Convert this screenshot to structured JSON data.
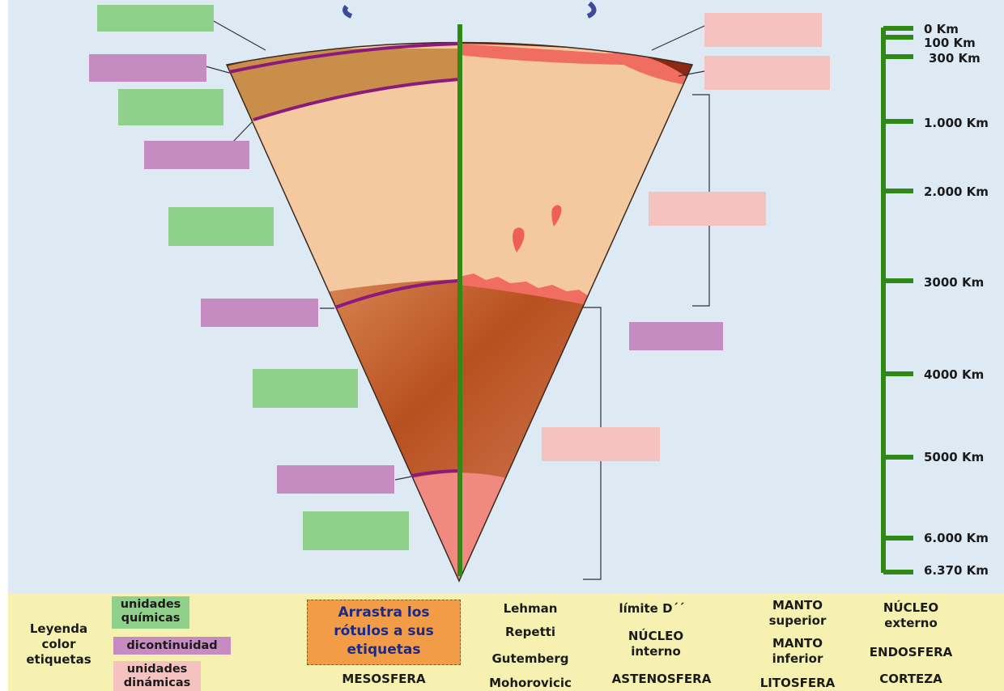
{
  "scale": {
    "ticks": [
      {
        "label": "0 Km"
      },
      {
        "label": "100 Km"
      },
      {
        "label": "300 Km"
      },
      {
        "label": "1.000 Km"
      },
      {
        "label": "2.000 Km"
      },
      {
        "label": "3000 Km"
      },
      {
        "label": "4000 Km"
      },
      {
        "label": "5000 Km"
      },
      {
        "label": "6.000 Km"
      },
      {
        "label": "6.370 Km"
      }
    ]
  },
  "legend": {
    "title_lines": [
      "Leyenda",
      "color",
      "etiquetas"
    ],
    "chemical_lines": [
      "unidades",
      "químicas"
    ],
    "discontinuity": "dicontinuidad",
    "dynamic_lines": [
      "unidades",
      "dinámicas"
    ]
  },
  "instructions": {
    "lines": [
      "Arrastra los",
      "rótulos a sus",
      "etiquetas"
    ]
  },
  "word_bank": {
    "mesosfera": "MESOSFERA",
    "lehman": "Lehman",
    "repetti": "Repetti",
    "gutemberg": "Gutemberg",
    "mohorovicic": "Mohorovicic",
    "limite_d": "límite D´´",
    "nucleo_interno_lines": [
      "NÚCLEO",
      "interno"
    ],
    "astenosfera": "ASTENOSFERA",
    "manto_superior_lines": [
      "MANTO",
      "superior"
    ],
    "manto_inferior_lines": [
      "MANTO",
      "inferior"
    ],
    "litosfera": "LITOSFERA",
    "nucleo_externo_lines": [
      "NÚCLEO",
      "externo"
    ],
    "endosfera": "ENDOSFERA",
    "corteza": "CORTEZA"
  },
  "colors": {
    "background": "#dde9f3",
    "crust": "#8b2a12",
    "upper_mantle": "#c98e4a",
    "lower_mantle": "#f5c9a0",
    "outer_core": "#c2592e",
    "inner_core": "#f08a80",
    "discontinuity_line": "#8a1a7c",
    "axis": "#2f8a15",
    "label_chemical": "#8fd18a",
    "label_discontinuity": "#c68cc2",
    "label_dynamic": "#f5c2c0",
    "panel": "#f6f1b0",
    "instruction_box": "#f29c48"
  }
}
